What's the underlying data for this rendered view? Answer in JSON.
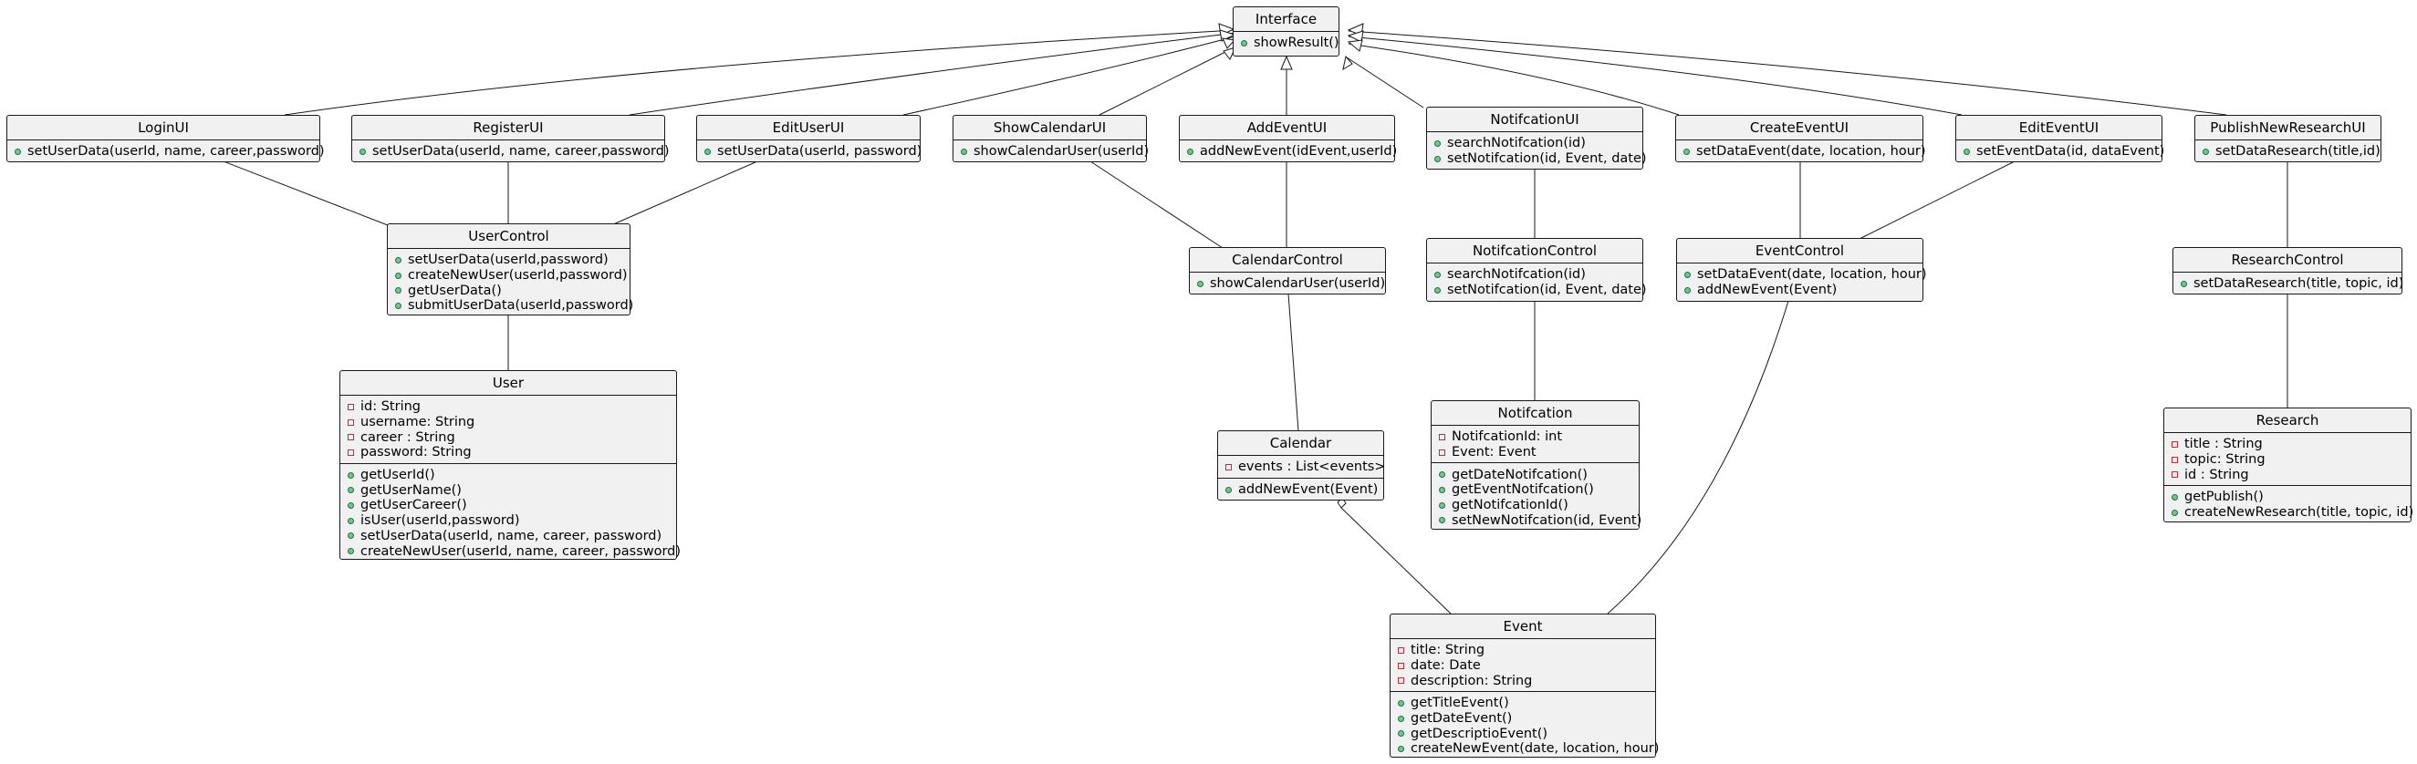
{
  "colors": {
    "box_fill": "#f1f1f1",
    "border": "#181818",
    "public_marker": "#84be84",
    "private_marker": "#c82930"
  },
  "classes": {
    "interface": {
      "name": "Interface",
      "methods": [
        "showResult()"
      ]
    },
    "login_ui": {
      "name": "LoginUI",
      "methods": [
        "setUserData(userId, name, career,password)"
      ]
    },
    "register_ui": {
      "name": "RegisterUI",
      "methods": [
        "setUserData(userId, name, career,password)"
      ]
    },
    "edit_user_ui": {
      "name": "EditUserUI",
      "methods": [
        "setUserData(userId, password)"
      ]
    },
    "show_calendar_ui": {
      "name": "ShowCalendarUI",
      "methods": [
        "showCalendarUser(userId)"
      ]
    },
    "add_event_ui": {
      "name": "AddEventUI",
      "methods": [
        "addNewEvent(idEvent,userId)"
      ]
    },
    "notification_ui": {
      "name": "NotifcationUI",
      "methods": [
        "searchNotifcation(id)",
        "setNotifcation(id, Event, date)"
      ]
    },
    "create_event_ui": {
      "name": "CreateEventUI",
      "methods": [
        "setDataEvent(date, location, hour)"
      ]
    },
    "edit_event_ui": {
      "name": "EditEventUI",
      "methods": [
        "setEventData(id, dataEvent)"
      ]
    },
    "publish_research_ui": {
      "name": "PublishNewResearchUI",
      "methods": [
        "setDataResearch(title,id)"
      ]
    },
    "user_control": {
      "name": "UserControl",
      "methods": [
        "setUserData(userId,password)",
        "createNewUser(userId,password)",
        "getUserData()",
        "submitUserData(userId,password)"
      ]
    },
    "calendar_control": {
      "name": "CalendarControl",
      "methods": [
        "showCalendarUser(userId)"
      ]
    },
    "notification_control": {
      "name": "NotifcationControl",
      "methods": [
        "searchNotifcation(id)",
        "setNotifcation(id, Event, date)"
      ]
    },
    "event_control": {
      "name": "EventControl",
      "methods": [
        "setDataEvent(date, location, hour)",
        "addNewEvent(Event)"
      ]
    },
    "research_control": {
      "name": "ResearchControl",
      "methods": [
        "setDataResearch(title, topic, id)"
      ]
    },
    "user": {
      "name": "User",
      "fields": [
        "id: String",
        "username: String",
        "career : String",
        "password: String"
      ],
      "methods": [
        "getUserId()",
        "getUserName()",
        "getUserCareer()",
        "isUser(userId,password)",
        "setUserData(userId, name, career, password)",
        "createNewUser(userId, name, career, password)"
      ]
    },
    "calendar": {
      "name": "Calendar",
      "fields": [
        "events : List<events>"
      ],
      "methods": [
        "addNewEvent(Event)"
      ]
    },
    "notification": {
      "name": "Notifcation",
      "fields": [
        "NotifcationId: int",
        "Event: Event"
      ],
      "methods": [
        "getDateNotifcation()",
        "getEventNotifcation()",
        "getNotifcationId()",
        "setNewNotifcation(id, Event)"
      ]
    },
    "research": {
      "name": "Research",
      "fields": [
        "title : String",
        "topic: String",
        "id : String"
      ],
      "methods": [
        "getPublish()",
        "createNewResearch(title, topic, id)"
      ]
    },
    "event": {
      "name": "Event",
      "fields": [
        "title: String",
        "date: Date",
        "description: String"
      ],
      "methods": [
        "getTitleEvent()",
        "getDateEvent()",
        "getDescriptioEvent()",
        "createNewEvent(date, location, hour)"
      ]
    }
  },
  "relations": {
    "realizes_interface": [
      "login_ui",
      "register_ui",
      "edit_user_ui",
      "show_calendar_ui",
      "add_event_ui",
      "notification_ui",
      "create_event_ui",
      "edit_event_ui",
      "publish_research_ui"
    ],
    "associations": [
      [
        "login_ui",
        "user_control"
      ],
      [
        "register_ui",
        "user_control"
      ],
      [
        "edit_user_ui",
        "user_control"
      ],
      [
        "user_control",
        "user"
      ],
      [
        "show_calendar_ui",
        "calendar_control"
      ],
      [
        "add_event_ui",
        "calendar_control"
      ],
      [
        "calendar_control",
        "calendar"
      ],
      [
        "notification_ui",
        "notification_control"
      ],
      [
        "notification_control",
        "notification"
      ],
      [
        "create_event_ui",
        "event_control"
      ],
      [
        "edit_event_ui",
        "event_control"
      ],
      [
        "event_control",
        "event"
      ],
      [
        "publish_research_ui",
        "research_control"
      ],
      [
        "research_control",
        "research"
      ]
    ],
    "aggregations": [
      [
        "calendar",
        "event"
      ]
    ]
  }
}
